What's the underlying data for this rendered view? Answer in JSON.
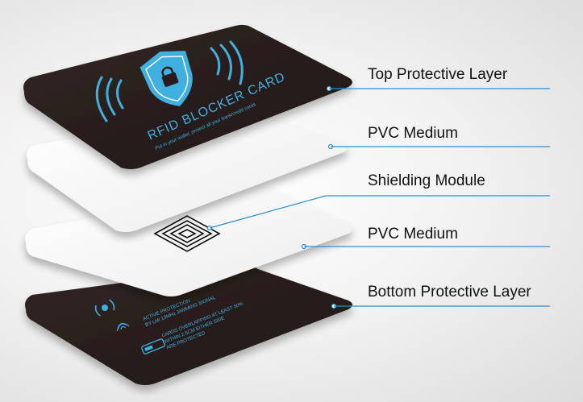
{
  "layers": [
    {
      "label": "Top Protective Layer"
    },
    {
      "label": "PVC Medium"
    },
    {
      "label": "Shielding Module"
    },
    {
      "label": "PVC Medium"
    },
    {
      "label": "Bottom Protective Layer"
    }
  ],
  "top_card": {
    "title": "RFID BLOCKER CARD",
    "subtitle": "Put in your wallet, protect all your bank/credit cards"
  },
  "bottom_card": {
    "line1": "ACTIVE PROTECTION",
    "line2": "BY LMI 13MHz JAMMING SIGNAL",
    "line3": "CARDS OVERLAPPING AT LEAST 50%",
    "line4": "WITHIN 2.5CM EITHER SIDE",
    "line5": "ARE PROTECTED"
  },
  "colors": {
    "card_dark": "#2a1f1e",
    "card_white": "#f7f7f7",
    "accent": "#3fb0e0",
    "leader_line": "#2a8fd0"
  },
  "icons": [
    "shield-lock-icon",
    "rfid-wave-icon",
    "chip-icon",
    "signal-icon",
    "fingerprint-icon",
    "card-icon"
  ]
}
